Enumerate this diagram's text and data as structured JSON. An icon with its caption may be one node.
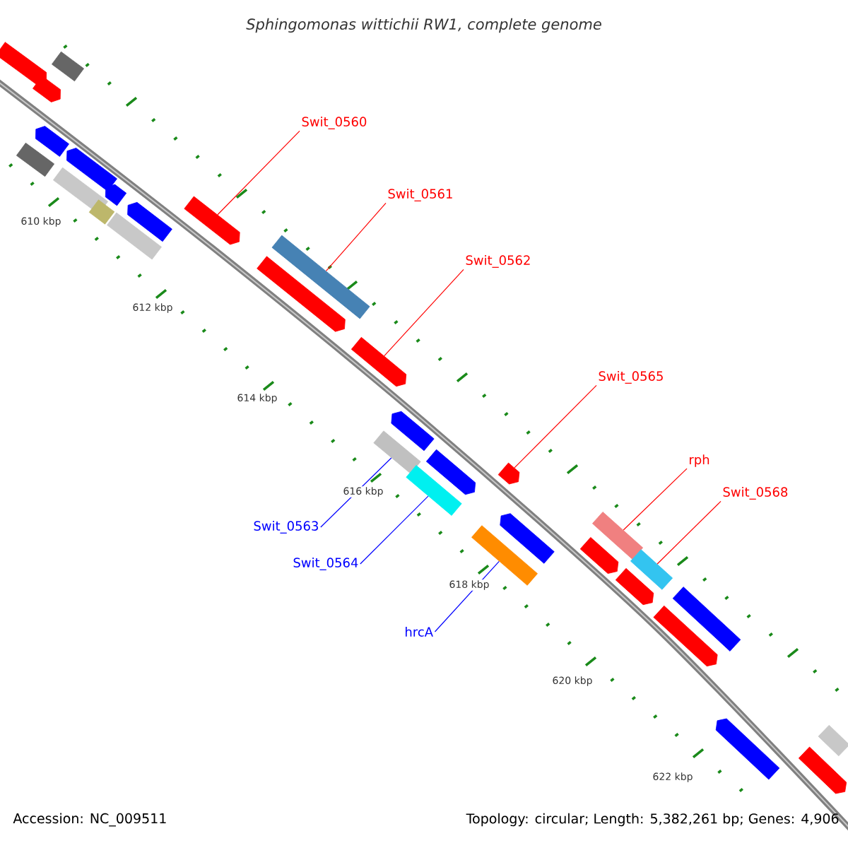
{
  "diagram": {
    "title": "Sphingomonas wittichii RW1, complete genome",
    "nodes": [
      {
        "text": [
          "Swit_0560"
        ]
      },
      {
        "text": [
          "Swit_0561"
        ]
      },
      {
        "text": [
          "Swit_0562"
        ]
      },
      {
        "text": [
          "Swit_0565"
        ]
      },
      {
        "text": [
          "rph"
        ]
      },
      {
        "text": [
          "Swit_0568"
        ]
      },
      {
        "text": [
          "Swit_0563"
        ]
      },
      {
        "text": [
          "Swit_0564"
        ]
      },
      {
        "text": [
          "hrcA"
        ]
      },
      {
        "text": [],
        "shape": "bar"
      },
      {
        "text": [],
        "shape": "bar"
      },
      {
        "text": [],
        "shape": "bar"
      },
      {
        "text": [],
        "shape": "bar"
      },
      {
        "text": [],
        "shape": "bar"
      },
      {
        "text": [],
        "shape": "bar"
      },
      {
        "text": [],
        "shape": "bar"
      },
      {
        "text": [],
        "shape": "bar"
      },
      {
        "text": [],
        "shape": "bar"
      },
      {
        "text": [],
        "shape": "bar"
      },
      {
        "text": [],
        "shape": "bar"
      },
      {
        "text": [],
        "shape": "bar"
      },
      {
        "text": [],
        "shape": "bar"
      },
      {
        "text": [],
        "shape": "bar"
      },
      {
        "text": [],
        "shape": "bar"
      },
      {
        "text": [],
        "shape": "bar"
      },
      {
        "text": [],
        "shape": "bar"
      },
      {
        "text": [],
        "shape": "bar"
      },
      {
        "text": [],
        "shape": "bar"
      },
      {
        "text": [],
        "shape": "bar"
      },
      {
        "text": [],
        "shape": "bar"
      },
      {
        "text": [],
        "shape": "bar"
      },
      {
        "text": [],
        "shape": "bar"
      },
      {
        "text": [],
        "shape": "bar"
      },
      {
        "text": [],
        "shape": "bar"
      },
      {
        "text": [],
        "shape": "bar"
      },
      {
        "text": [],
        "shape": "bar"
      },
      {
        "text": [],
        "shape": "bar"
      },
      {
        "text": [],
        "shape": "bar"
      },
      {
        "text": [],
        "shape": "bar"
      },
      {
        "text": [],
        "shape": "bar"
      }
    ],
    "edges": [
      {
        "from": 0,
        "to": 20,
        "arrow": "none"
      },
      {
        "from": 1,
        "to": 22,
        "arrow": "none"
      },
      {
        "from": 2,
        "to": 23,
        "arrow": "none"
      },
      {
        "from": 3,
        "to": 29,
        "arrow": "none"
      },
      {
        "from": 4,
        "to": 32,
        "arrow": "none"
      },
      {
        "from": 5,
        "to": 34,
        "arrow": "none"
      },
      {
        "from": 6,
        "to": 24,
        "arrow": "none",
        "color": "#0000ff"
      },
      {
        "from": 7,
        "to": 26,
        "arrow": "none",
        "color": "#0000ff"
      },
      {
        "from": 8,
        "to": 28,
        "arrow": "none",
        "color": "#0000ff"
      }
    ],
    "labels": [
      "610 kbp",
      "612 kbp",
      "614 kbp",
      "616 kbp",
      "618 kbp",
      "620 kbp",
      "622 kbp",
      "Accession: NC_009511",
      "Topology: circular; Length: 5,382,261 bp; Genes: 4,906"
    ]
  }
}
